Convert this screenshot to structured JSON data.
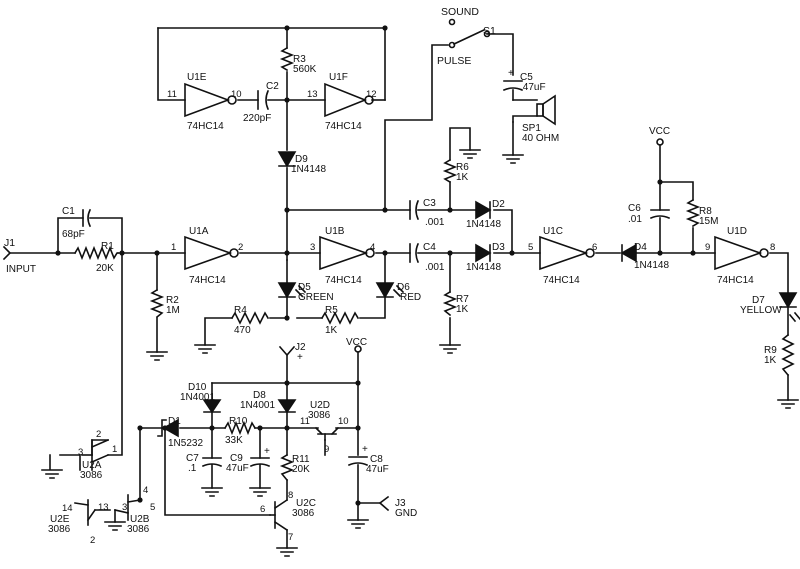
{
  "labels": {
    "sound": "SOUND",
    "s1": "S1",
    "pulse": "PULSE",
    "c5_plus": "+",
    "c5": "C5",
    "c5_value": ".47uF",
    "sp1": "SP1",
    "sp1_value": "40 OHM",
    "r3": "R3",
    "r3_value": "560K",
    "u1e": "U1E",
    "u1e_part": "74HC14",
    "pin_11": "11",
    "pin_10": "10",
    "c2": "C2",
    "c2_value": "220pF",
    "pin_13": "13",
    "u1f": "U1F",
    "u1f_part": "74HC14",
    "pin_12": "12",
    "d9": "D9",
    "d9_part": "1N4148",
    "r6": "R6",
    "r6_value": "1K",
    "c3": "C3",
    "c3_value": ".001",
    "d2": "D2",
    "d2_part": "1N4148",
    "c4": "C4",
    "c4_value": ".001",
    "d3": "D3",
    "d3_part": "1N4148",
    "r7": "R7",
    "r7_value": "1K",
    "c1": "C1",
    "c1_value": "68pF",
    "j1": "J1",
    "j1_input": "INPUT",
    "r1": "R1",
    "r1_value": "20K",
    "pin_1": "1",
    "u1a": "U1A",
    "u1a_part": "74HC14",
    "pin_2": "2",
    "r2": "R2",
    "r2_value": "1M",
    "pin_3": "3",
    "u1b": "U1B",
    "u1b_part": "74HC14",
    "pin_4": "4",
    "d5": "D5",
    "d5_color": "GREEN",
    "d6": "D6",
    "d6_color": "RED",
    "r4": "R4",
    "r4_value": "470",
    "r5": "R5",
    "r5_value": "1K",
    "pin_5": "5",
    "u1c": "U1C",
    "u1c_part": "74HC14",
    "pin_6": "6",
    "d4": "D4",
    "d4_part": "1N4148",
    "vcc_top": "VCC",
    "c6": "C6",
    "c6_value": ".01",
    "r8": "R8",
    "r8_value": "15M",
    "pin_9": "9",
    "u1d": "U1D",
    "u1d_part": "74HC14",
    "pin_8": "8",
    "d7": "D7",
    "d7_color": "YELLOW",
    "r9": "R9",
    "r9_value": "1K",
    "j2": "J2",
    "j2_plus": "+",
    "vcc_bottom": "VCC",
    "d10": "D10",
    "d10_part": "1N4001",
    "d8": "D8",
    "d8_part": "1N4001",
    "u2d": "U2D",
    "u2d_part": "3086",
    "d1": "D1",
    "d1_part": "1N5232",
    "r10": "R10",
    "r10_value": "33K",
    "pin_11b": "11",
    "pin_10b": "10",
    "pin_9b": "9",
    "c7": "C7",
    "c7_value": ".1",
    "c9_plus": "+",
    "c9": "C9",
    "c9_value": "47uF",
    "r11": "R11",
    "r11_value": "20K",
    "c8_plus": "+",
    "c8": "C8",
    "c8_value": "47uF",
    "pin_8b": "8",
    "pin_6b": "6",
    "u2c": "U2C",
    "u2c_part": "3086",
    "pin_7": "7",
    "j3": "J3",
    "j3_gnd": "GND",
    "pin_2b": "2",
    "pin_1b": "1",
    "pin_3b": "3",
    "u2a": "U2A",
    "u2a_part": "3086",
    "pin_4b": "4",
    "pin_3c": "3",
    "pin_5b": "5",
    "u2b": "U2B",
    "u2b_part": "3086",
    "pin_14": "14",
    "pin_13b": "13",
    "u2e": "U2E",
    "u2e_part": "3086",
    "pin_2c": "2"
  }
}
